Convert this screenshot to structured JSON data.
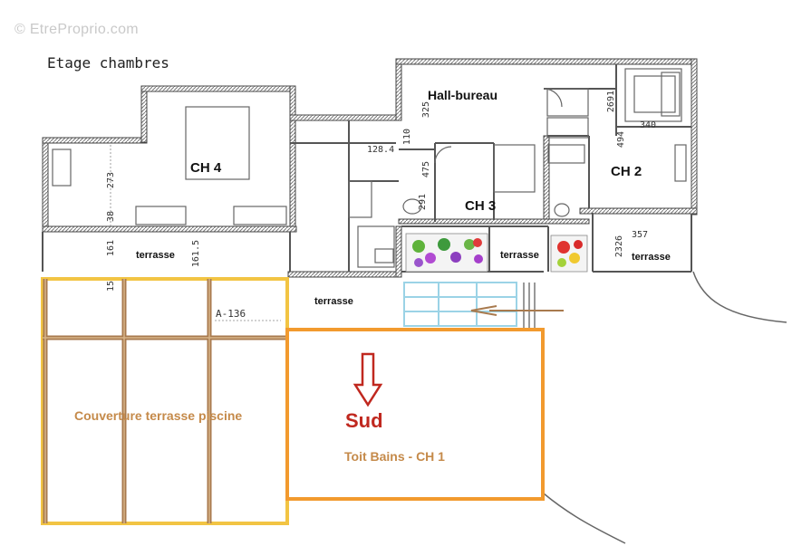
{
  "watermark": "© EtreProprio.com",
  "title": "Etage chambres",
  "rooms": {
    "ch4": "CH 4",
    "hall": "Hall-bureau",
    "ch3": "CH 3",
    "ch2": "CH 2"
  },
  "terraces": {
    "t1": "terrasse",
    "t2": "terrasse",
    "t3": "terrasse",
    "t4": "terrasse"
  },
  "dimensions": {
    "d273": "273",
    "d38": "38",
    "d161": "161",
    "d15": "15",
    "d1615": "161.5",
    "d1284": "128.4",
    "d325": "325",
    "d110": "110",
    "d475": "475",
    "d291": "291",
    "d340": "340",
    "d494": "494",
    "d2691": "2691",
    "d357": "357",
    "d2326": "2326",
    "a136": "A-136"
  },
  "annotations": {
    "couverture": "Couverture terrasse piscine",
    "sud": "Sud",
    "toit": "Toit Bains - CH 1"
  },
  "colors": {
    "wall": "#555555",
    "yellow_outline": "#f2c443",
    "orange_outline": "#f29a2e",
    "beam": "#a87a4e",
    "arrow_red": "#c0281f",
    "glass": "#9bd3e6",
    "label_orange": "#c58a4a"
  }
}
